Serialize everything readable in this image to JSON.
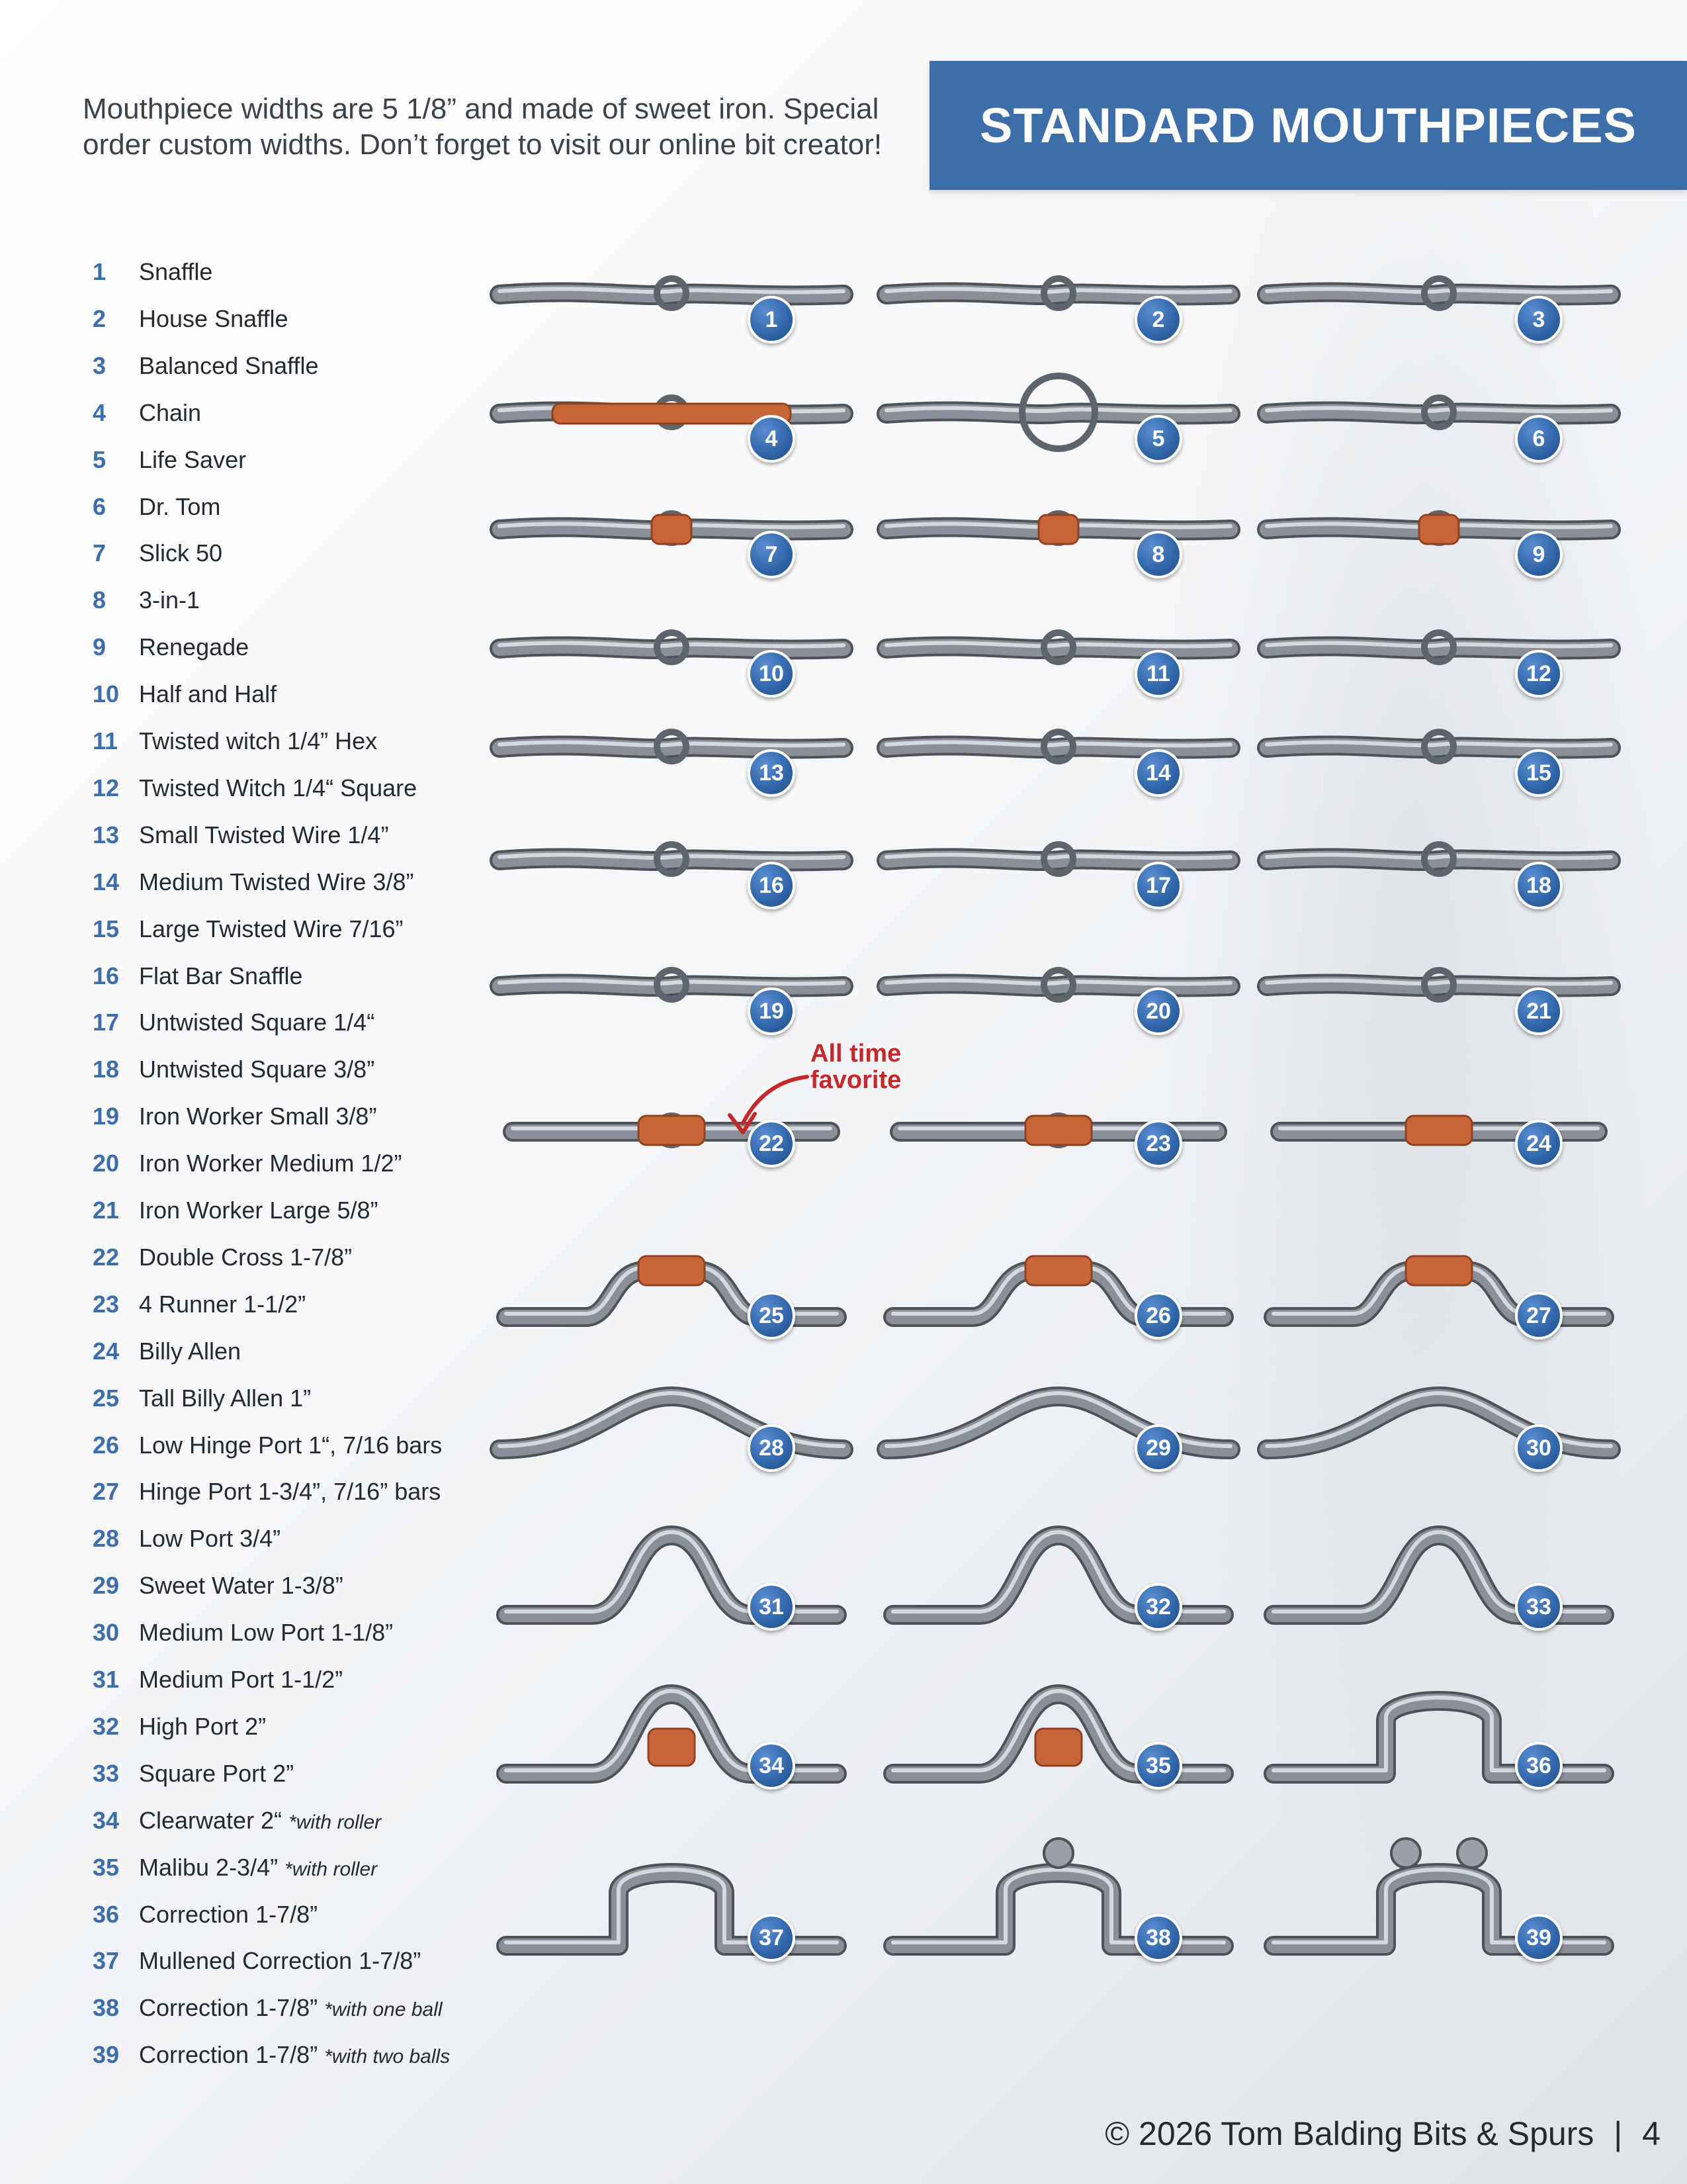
{
  "intro_text": "Mouthpiece widths are 5 1/8” and made of sweet iron. Special order custom widths. Don’t forget to visit our online bit creator!",
  "banner_title": "STANDARD MOUTHPIECES",
  "callout": {
    "line1": "All time",
    "line2": "favorite"
  },
  "items": [
    {
      "num": "1",
      "name": "Snaffle",
      "note": ""
    },
    {
      "num": "2",
      "name": "House Snaffle",
      "note": ""
    },
    {
      "num": "3",
      "name": "Balanced Snaffle",
      "note": ""
    },
    {
      "num": "4",
      "name": "Chain",
      "note": ""
    },
    {
      "num": "5",
      "name": "Life Saver",
      "note": ""
    },
    {
      "num": "6",
      "name": "Dr. Tom",
      "note": ""
    },
    {
      "num": "7",
      "name": "Slick 50",
      "note": ""
    },
    {
      "num": "8",
      "name": "3-in-1",
      "note": ""
    },
    {
      "num": "9",
      "name": "Renegade",
      "note": ""
    },
    {
      "num": "10",
      "name": "Half and Half",
      "note": ""
    },
    {
      "num": "11",
      "name": "Twisted witch 1/4” Hex",
      "note": ""
    },
    {
      "num": "12",
      "name": "Twisted Witch 1/4“ Square",
      "note": ""
    },
    {
      "num": "13",
      "name": "Small Twisted Wire 1/4”",
      "note": ""
    },
    {
      "num": "14",
      "name": "Medium Twisted Wire 3/8”",
      "note": ""
    },
    {
      "num": "15",
      "name": "Large Twisted Wire 7/16”",
      "note": ""
    },
    {
      "num": "16",
      "name": "Flat Bar Snaffle",
      "note": ""
    },
    {
      "num": "17",
      "name": "Untwisted Square 1/4“",
      "note": ""
    },
    {
      "num": "18",
      "name": "Untwisted Square 3/8”",
      "note": ""
    },
    {
      "num": "19",
      "name": "Iron Worker Small 3/8”",
      "note": ""
    },
    {
      "num": "20",
      "name": "Iron Worker Medium 1/2”",
      "note": ""
    },
    {
      "num": "21",
      "name": "Iron Worker Large 5/8”",
      "note": ""
    },
    {
      "num": "22",
      "name": "Double Cross 1-7/8”",
      "note": ""
    },
    {
      "num": "23",
      "name": "4 Runner 1-1/2”",
      "note": ""
    },
    {
      "num": "24",
      "name": "Billy Allen",
      "note": ""
    },
    {
      "num": "25",
      "name": "Tall Billy Allen 1”",
      "note": ""
    },
    {
      "num": "26",
      "name": "Low Hinge Port 1“, 7/16 bars",
      "note": ""
    },
    {
      "num": "27",
      "name": "Hinge Port 1-3/4”, 7/16” bars",
      "note": ""
    },
    {
      "num": "28",
      "name": "Low Port 3/4”",
      "note": ""
    },
    {
      "num": "29",
      "name": "Sweet Water 1-3/8”",
      "note": ""
    },
    {
      "num": "30",
      "name": "Medium Low Port 1-1/8”",
      "note": ""
    },
    {
      "num": "31",
      "name": "Medium Port 1-1/2”",
      "note": ""
    },
    {
      "num": "32",
      "name": "High Port 2”",
      "note": ""
    },
    {
      "num": "33",
      "name": "Square Port 2”",
      "note": ""
    },
    {
      "num": "34",
      "name": "Clearwater 2“",
      "note": "*with roller"
    },
    {
      "num": "35",
      "name": "Malibu 2-3/4”",
      "note": "*with roller"
    },
    {
      "num": "36",
      "name": "Correction 1-7/8”",
      "note": ""
    },
    {
      "num": "37",
      "name": "Mullened Correction 1-7/8”",
      "note": ""
    },
    {
      "num": "38",
      "name": "Correction 1-7/8”",
      "note": "*with one ball"
    },
    {
      "num": "39",
      "name": "Correction 1-7/8”",
      "note": "*with two balls"
    }
  ],
  "colors": {
    "accent_blue": "#3d6ea9",
    "copper": "#c8663a",
    "steel": "#8a9097",
    "callout_red": "#c4282c"
  },
  "icons": {
    "badge": "number-badge-icon",
    "arrow": "curved-arrow-icon"
  },
  "footer": {
    "copyright": "© 2026 Tom Balding Bits & Spurs",
    "separator": "|",
    "page_number": "4"
  }
}
